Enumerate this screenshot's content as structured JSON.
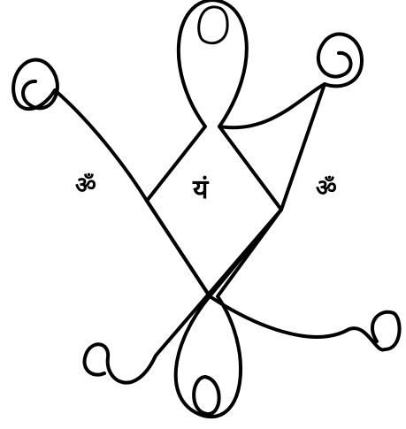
{
  "diagram": {
    "ink_color": "#000000",
    "background_color": "#ffffff",
    "labels": {
      "left": "ॐ",
      "center": "यं",
      "right": "ॐ"
    }
  }
}
